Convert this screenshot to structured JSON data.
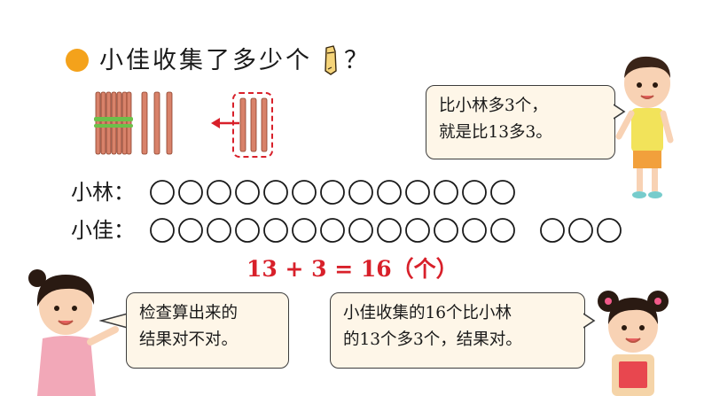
{
  "question": {
    "text": "小佳收集了多少个",
    "pencil_icon": "pencil-icon",
    "qmark": "？"
  },
  "colors": {
    "bullet": "#f4a21b",
    "accent_red": "#d8202a",
    "bubble_bg": "#fef6e8",
    "stick": "#d8826a"
  },
  "sticks": {
    "bundle_icon": "stick-bundle-icon",
    "single_icon": "single-sticks-icon",
    "arrow_icon": "arrow-left-icon"
  },
  "bubble_top": {
    "line1": "比小林多3个，",
    "line2": "就是比13多3。"
  },
  "rows": {
    "lin": {
      "label": "小林：",
      "count": 13
    },
    "jia": {
      "label": "小佳：",
      "count": 13,
      "extra": 3
    }
  },
  "equation": "13 + 3 = 16（个）",
  "bubble_left": {
    "line1": "检查算出来的",
    "line2": "结果对不对。"
  },
  "bubble_right": {
    "line1": "小佳收集的16个比小林",
    "line2": "的13个多3个，结果对。"
  }
}
